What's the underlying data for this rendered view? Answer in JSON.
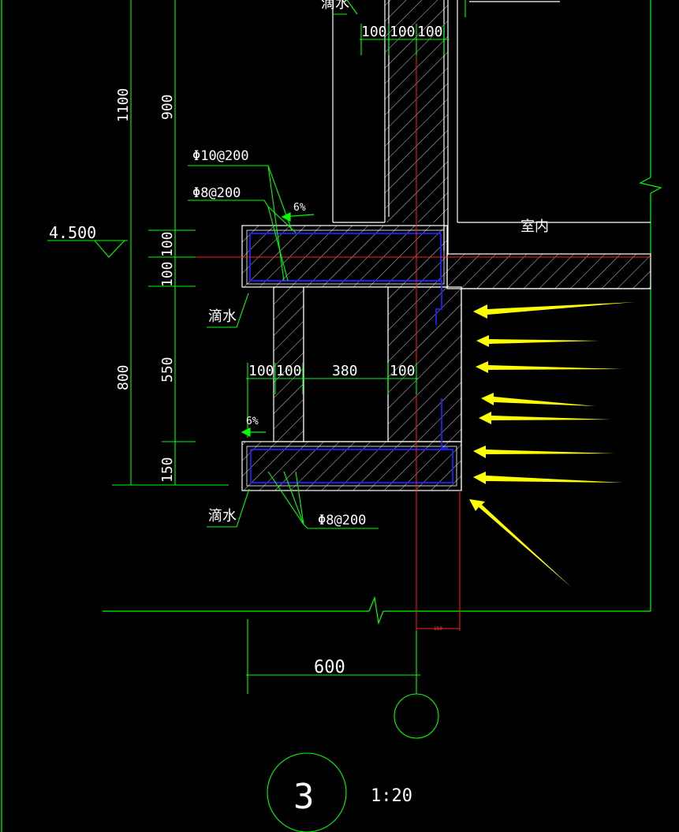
{
  "drawing": {
    "elevation": "4.500",
    "scale": "1:20",
    "detail_number": "3",
    "room_label": "室内",
    "drip_label_top": "滴水",
    "drip_label_mid": "滴水",
    "drip_label_bottom": "滴水",
    "rebar_top_1": "Φ10@200",
    "rebar_top_2": "Φ8@200",
    "rebar_bottom": "Φ8@200",
    "slope_top": "6%",
    "slope_bottom": "6%",
    "small_dim": "150"
  },
  "dims": {
    "top_100_a": "100",
    "top_100_b": "100",
    "top_100_c": "100",
    "v_1100": "1100",
    "v_900": "900",
    "v_100_a": "100",
    "v_100_b": "100",
    "v_800": "800",
    "v_550": "550",
    "v_150": "150",
    "h_100_a": "100",
    "h_100_b": "100",
    "h_380": "380",
    "h_100_c": "100",
    "bottom_600": "600"
  },
  "colors": {
    "background": "#000000",
    "line_green": "#00ff00",
    "line_white": "#ffffff",
    "axis_red": "#ff2020",
    "rebar_blue": "#2020ff",
    "arrow_yellow": "#ffff00"
  }
}
